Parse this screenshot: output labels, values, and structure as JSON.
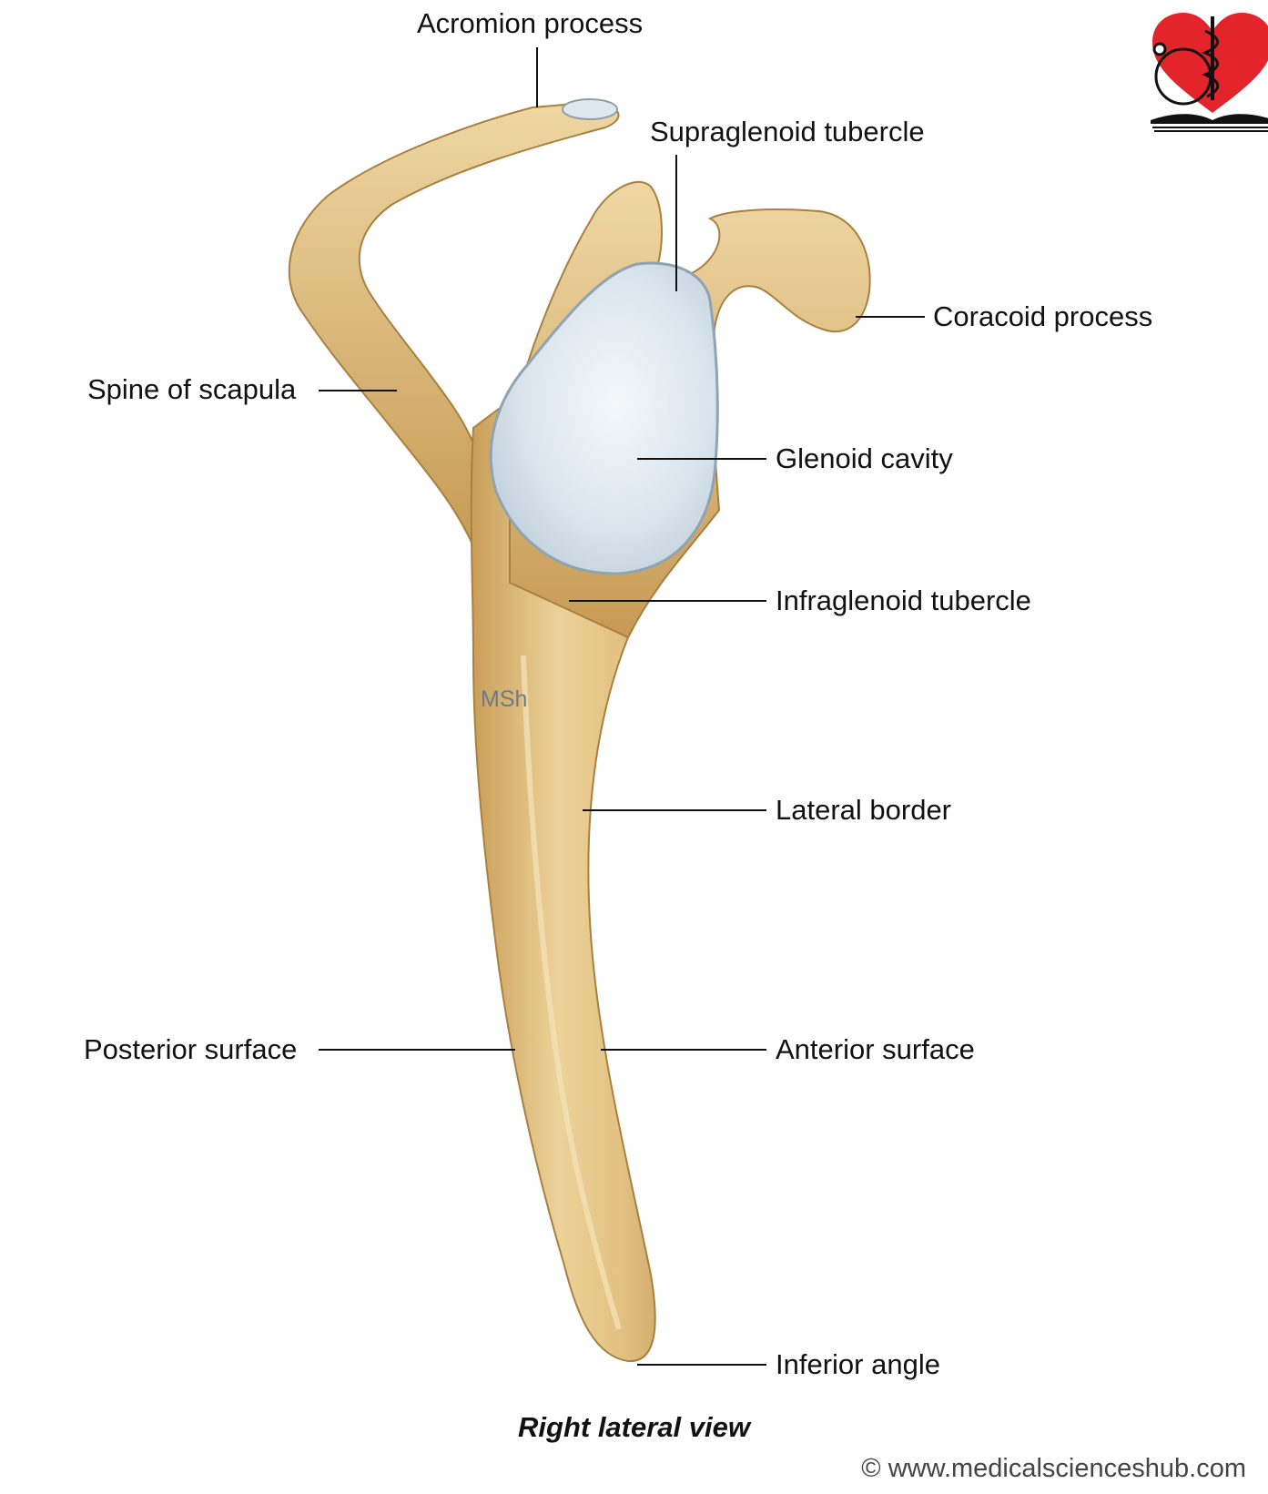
{
  "labels": {
    "acromion": "Acromion process",
    "supraglenoid": "Supraglenoid tubercle",
    "coracoid": "Coracoid process",
    "spine": "Spine of scapula",
    "glenoid": "Glenoid cavity",
    "infraglenoid": "Infraglenoid tubercle",
    "lateral_border": "Lateral border",
    "posterior_surface": "Posterior surface",
    "anterior_surface": "Anterior surface",
    "inferior_angle": "Inferior angle"
  },
  "caption": "Right lateral view",
  "watermark": "MSh",
  "copyright": "© www.medicalscienceshub.com",
  "colors": {
    "bone": "#e2c184",
    "bone_shadow": "#b8904e",
    "cartilage": "#dde7ee",
    "logo_heart": "#e3242b",
    "leader": "#111111"
  },
  "icons": [
    "heart-logo-icon",
    "stethoscope-icon",
    "caduceus-icon",
    "open-book-icon"
  ]
}
